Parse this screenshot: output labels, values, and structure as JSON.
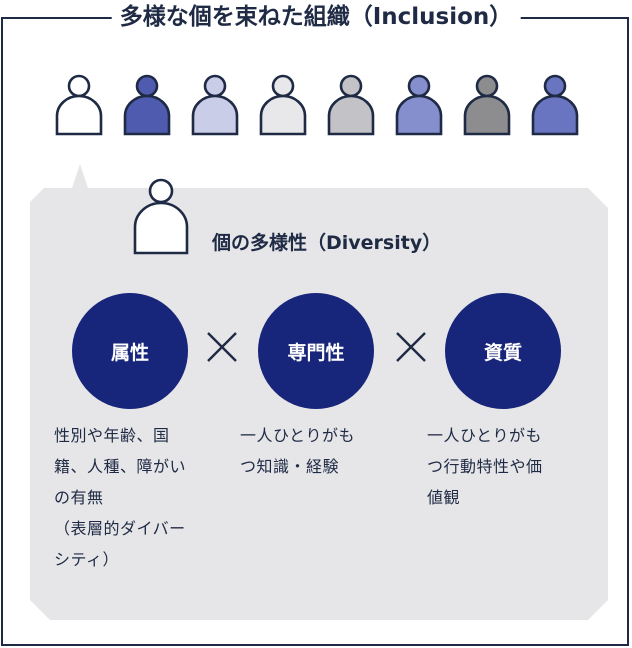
{
  "title": "多様な個を束ねた組織（Inclusion）",
  "people": [
    {
      "fill": "#ffffff",
      "name": "person-white"
    },
    {
      "fill": "#4e5bae",
      "name": "person-indigo"
    },
    {
      "fill": "#c9cde8",
      "name": "person-lavender"
    },
    {
      "fill": "#e8e8ea",
      "name": "person-light-grey"
    },
    {
      "fill": "#c3c3c7",
      "name": "person-grey"
    },
    {
      "fill": "#858fcd",
      "name": "person-periwinkle"
    },
    {
      "fill": "#8d8d8f",
      "name": "person-dark-grey"
    },
    {
      "fill": "#6a75c1",
      "name": "person-blue"
    }
  ],
  "diversity": {
    "title": "個の多様性（Diversity）"
  },
  "factors": [
    {
      "label": "属性",
      "description": "性別や年齢、国\n籍、人種、障がい\nの有無\n（表層的ダイバー\nシティ）"
    },
    {
      "label": "専門性",
      "description": "一人ひとりがも\nつ知識・経験"
    },
    {
      "label": "資質",
      "description": "一人ひとりがも\nつ行動特性や価\n値観"
    }
  ],
  "colors": {
    "navy": "#17257a",
    "outline": "#1f2a44",
    "panel": "#e6e6e8"
  }
}
